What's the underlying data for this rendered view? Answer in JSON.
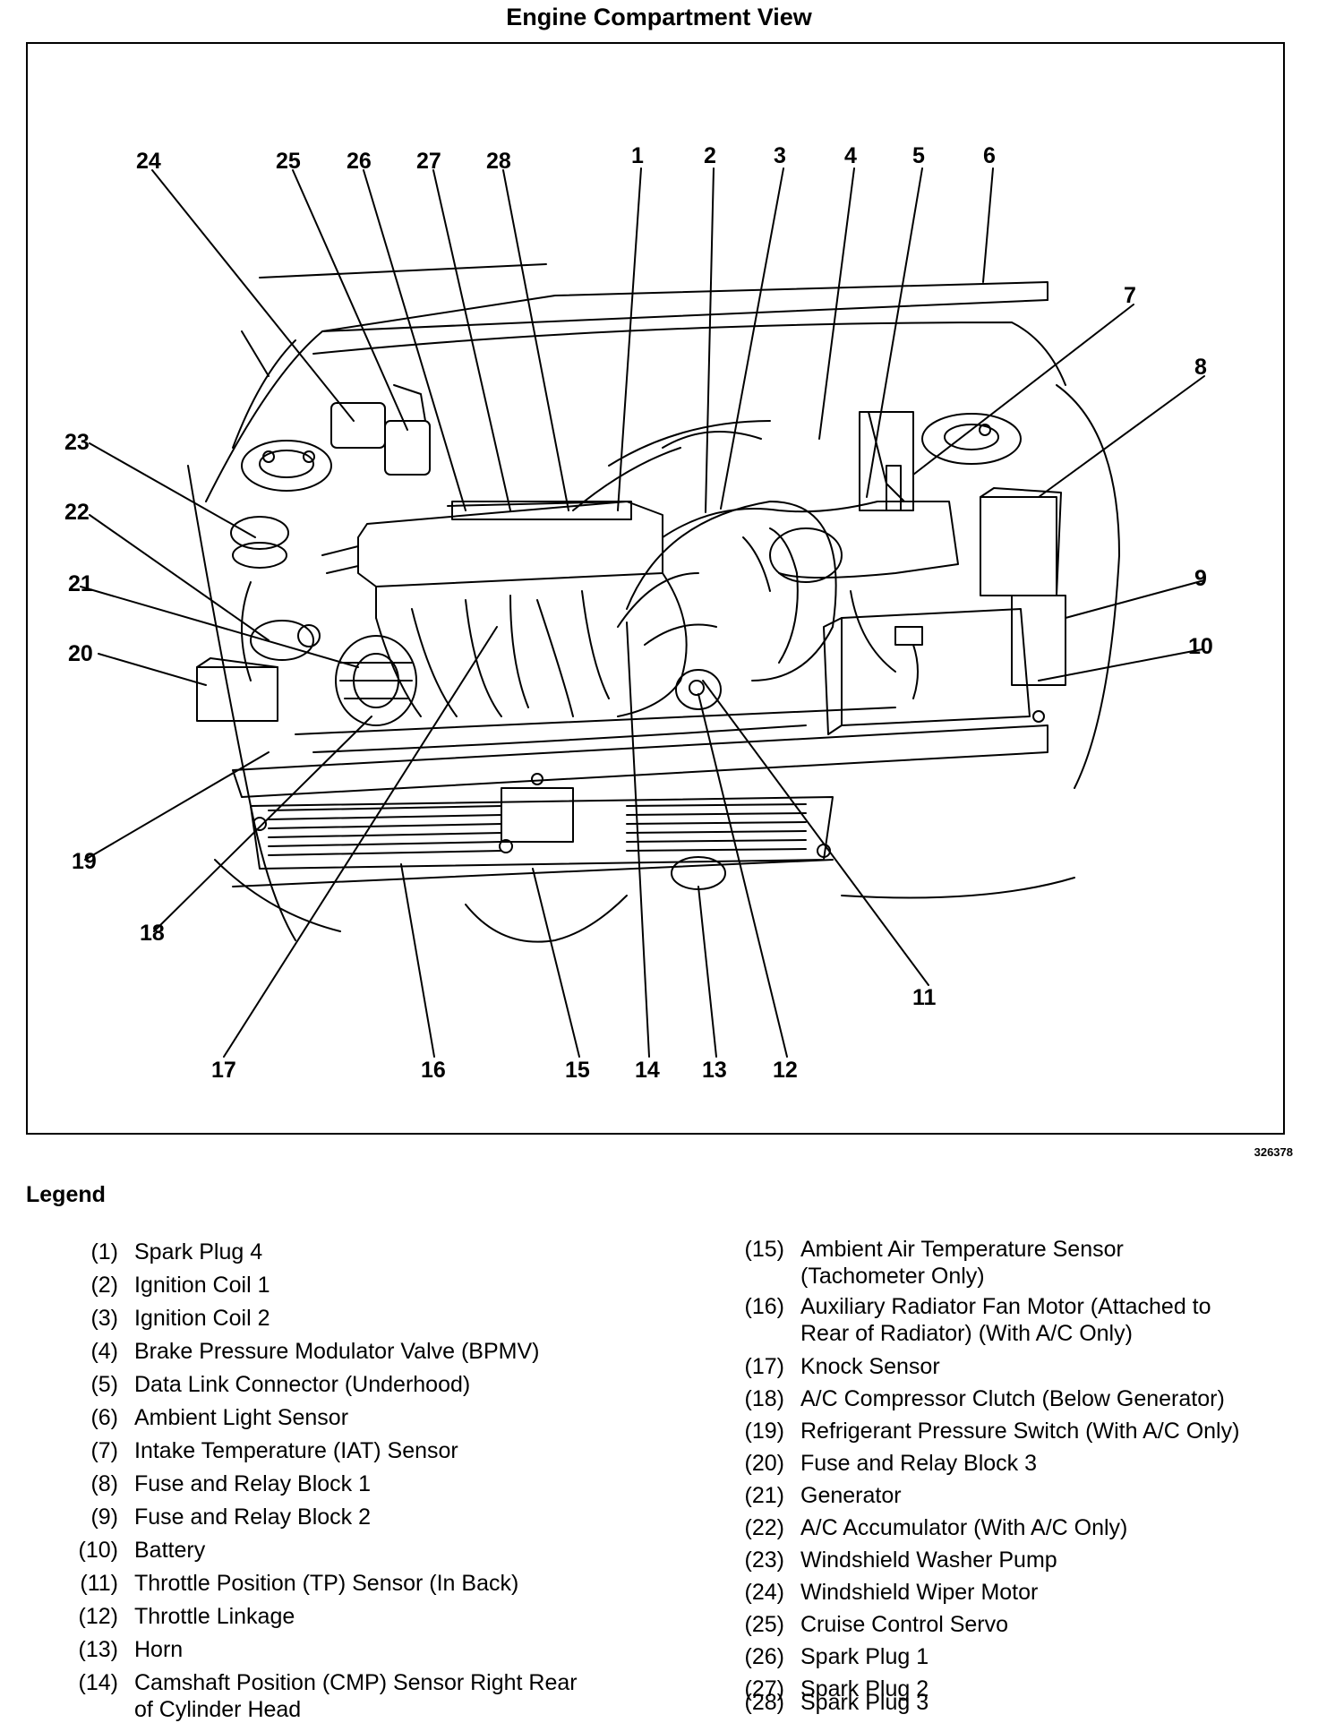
{
  "title": "Engine Compartment View",
  "figure_number": "326378",
  "legend_heading": "Legend",
  "callouts": [
    {
      "n": "1"
    },
    {
      "n": "2"
    },
    {
      "n": "3"
    },
    {
      "n": "4"
    },
    {
      "n": "5"
    },
    {
      "n": "6"
    },
    {
      "n": "7"
    },
    {
      "n": "8"
    },
    {
      "n": "9"
    },
    {
      "n": "10"
    },
    {
      "n": "11"
    },
    {
      "n": "12"
    },
    {
      "n": "13"
    },
    {
      "n": "14"
    },
    {
      "n": "15"
    },
    {
      "n": "16"
    },
    {
      "n": "17"
    },
    {
      "n": "18"
    },
    {
      "n": "19"
    },
    {
      "n": "20"
    },
    {
      "n": "21"
    },
    {
      "n": "22"
    },
    {
      "n": "23"
    },
    {
      "n": "24"
    },
    {
      "n": "25"
    },
    {
      "n": "26"
    },
    {
      "n": "27"
    },
    {
      "n": "28"
    }
  ],
  "legend": {
    "left": [
      {
        "num": "(1)",
        "text": "Spark Plug 4"
      },
      {
        "num": "(2)",
        "text": "Ignition Coil 1"
      },
      {
        "num": "(3)",
        "text": "Ignition Coil 2"
      },
      {
        "num": "(4)",
        "text": "Brake Pressure Modulator Valve (BPMV)"
      },
      {
        "num": "(5)",
        "text": "Data Link Connector (Underhood)"
      },
      {
        "num": "(6)",
        "text": "Ambient Light Sensor"
      },
      {
        "num": "(7)",
        "text": "Intake Temperature (IAT) Sensor"
      },
      {
        "num": "(8)",
        "text": "Fuse and Relay Block 1"
      },
      {
        "num": "(9)",
        "text": "Fuse and Relay Block 2"
      },
      {
        "num": "(10)",
        "text": "Battery"
      },
      {
        "num": "(11)",
        "text": "Throttle Position (TP) Sensor (In Back)"
      },
      {
        "num": "(12)",
        "text": "Throttle Linkage"
      },
      {
        "num": "(13)",
        "text": "Horn"
      },
      {
        "num": "(14)",
        "text": "Camshaft Position (CMP) Sensor Right Rear",
        "text2": "of Cylinder Head"
      }
    ],
    "right": [
      {
        "num": "(15)",
        "text": "Ambient Air Temperature Sensor",
        "text2": "(Tachometer Only)"
      },
      {
        "num": "(16)",
        "text": "Auxiliary Radiator Fan Motor (Attached to",
        "text2": "Rear of Radiator) (With A/C Only)"
      },
      {
        "num": "(17)",
        "text": "Knock Sensor"
      },
      {
        "num": "(18)",
        "text": "A/C Compressor Clutch (Below Generator)"
      },
      {
        "num": "(19)",
        "text": "Refrigerant Pressure Switch (With A/C Only)"
      },
      {
        "num": "(20)",
        "text": "Fuse and Relay Block 3"
      },
      {
        "num": "(21)",
        "text": "Generator"
      },
      {
        "num": "(22)",
        "text": "A/C Accumulator (With A/C Only)"
      },
      {
        "num": "(23)",
        "text": "Windshield Washer Pump"
      },
      {
        "num": "(24)",
        "text": "Windshield Wiper Motor"
      },
      {
        "num": "(25)",
        "text": "Cruise Control Servo"
      },
      {
        "num": "(26)",
        "text": "Spark Plug 1"
      },
      {
        "num": "(27)",
        "text": "Spark Plug 2"
      },
      {
        "num": "(28)",
        "text": "Spark Plug 3"
      }
    ]
  }
}
